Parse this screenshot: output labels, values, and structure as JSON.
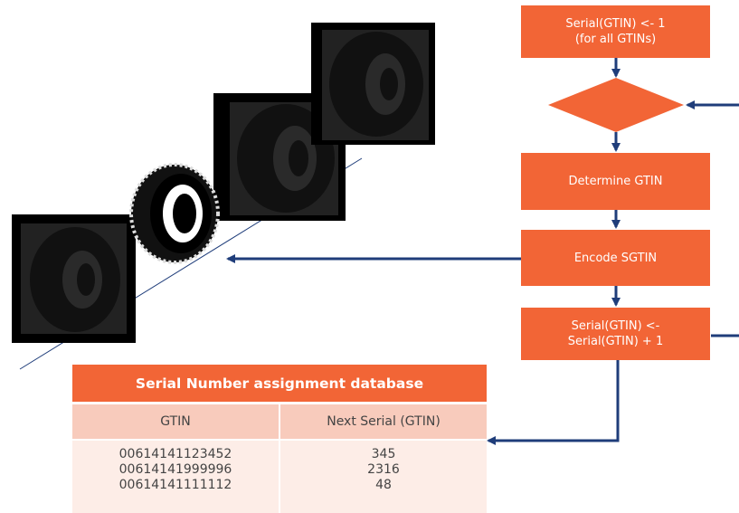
{
  "flowchart": {
    "init_box": "Serial(GTIN) <- 1\n(for all GTINs)",
    "determine_box": "Determine GTIN",
    "encode_box": "Encode SGTIN",
    "increment_box": "Serial(GTIN) <-\nSerial(GTIN) + 1"
  },
  "database": {
    "title": "Serial Number assignment database",
    "columns": [
      "GTIN",
      "Next Serial (GTIN)"
    ],
    "rows": [
      {
        "gtin": "00614141123452",
        "next_serial": "345"
      },
      {
        "gtin": "00614141999996",
        "next_serial": "2316"
      },
      {
        "gtin": "00614141111112",
        "next_serial": "48"
      }
    ]
  },
  "colors": {
    "accent": "#F26536",
    "arrow": "#1F3D7A",
    "header_fill": "#F8CBBC",
    "body_fill": "#FDEDE7"
  }
}
